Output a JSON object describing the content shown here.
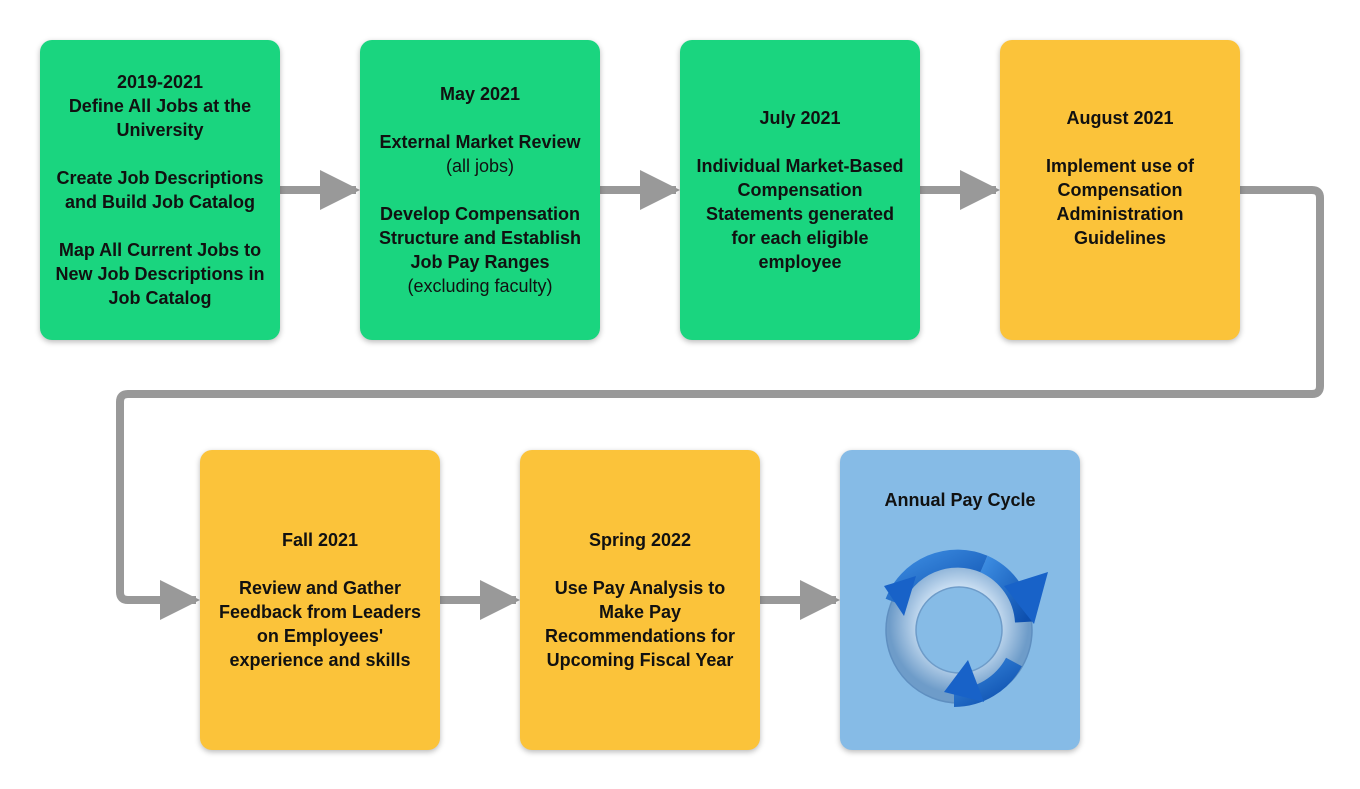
{
  "colors": {
    "green": "#1ad57f",
    "yellow": "#fbc33a",
    "blue": "#86bbe6",
    "arrow": "#999999",
    "cycle_arrow": "#1862c8"
  },
  "steps": [
    {
      "period": "2019-2021",
      "lines": [
        "Define All Jobs at the",
        "University"
      ],
      "lines2": [
        "Create Job Descriptions",
        "and Build Job Catalog"
      ],
      "lines3": [
        "Map All Current Jobs to",
        "New Job Descriptions in",
        "Job Catalog"
      ]
    },
    {
      "period": "May 2021",
      "heading1": "External Market Review",
      "note1": "(all jobs)",
      "heading2": [
        "Develop Compensation",
        "Structure and Establish",
        "Job Pay Ranges"
      ],
      "note2": "(excluding faculty)"
    },
    {
      "period": "July 2021",
      "lines": [
        "Individual Market-Based",
        "Compensation",
        "Statements generated",
        "for each eligible",
        "employee"
      ]
    },
    {
      "period": "August 2021",
      "lines": [
        "Implement use of",
        "Compensation",
        "Administration",
        "Guidelines"
      ]
    },
    {
      "period": "Fall 2021",
      "lines": [
        "Review and Gather",
        "Feedback from Leaders",
        "on Employees'",
        "experience and skills"
      ]
    },
    {
      "period": "Spring 2022",
      "lines": [
        "Use Pay Analysis to",
        "Make Pay",
        "Recommendations for",
        "Upcoming Fiscal Year"
      ]
    },
    {
      "title": "Annual Pay Cycle",
      "icon": "circular-arrows-icon"
    }
  ]
}
